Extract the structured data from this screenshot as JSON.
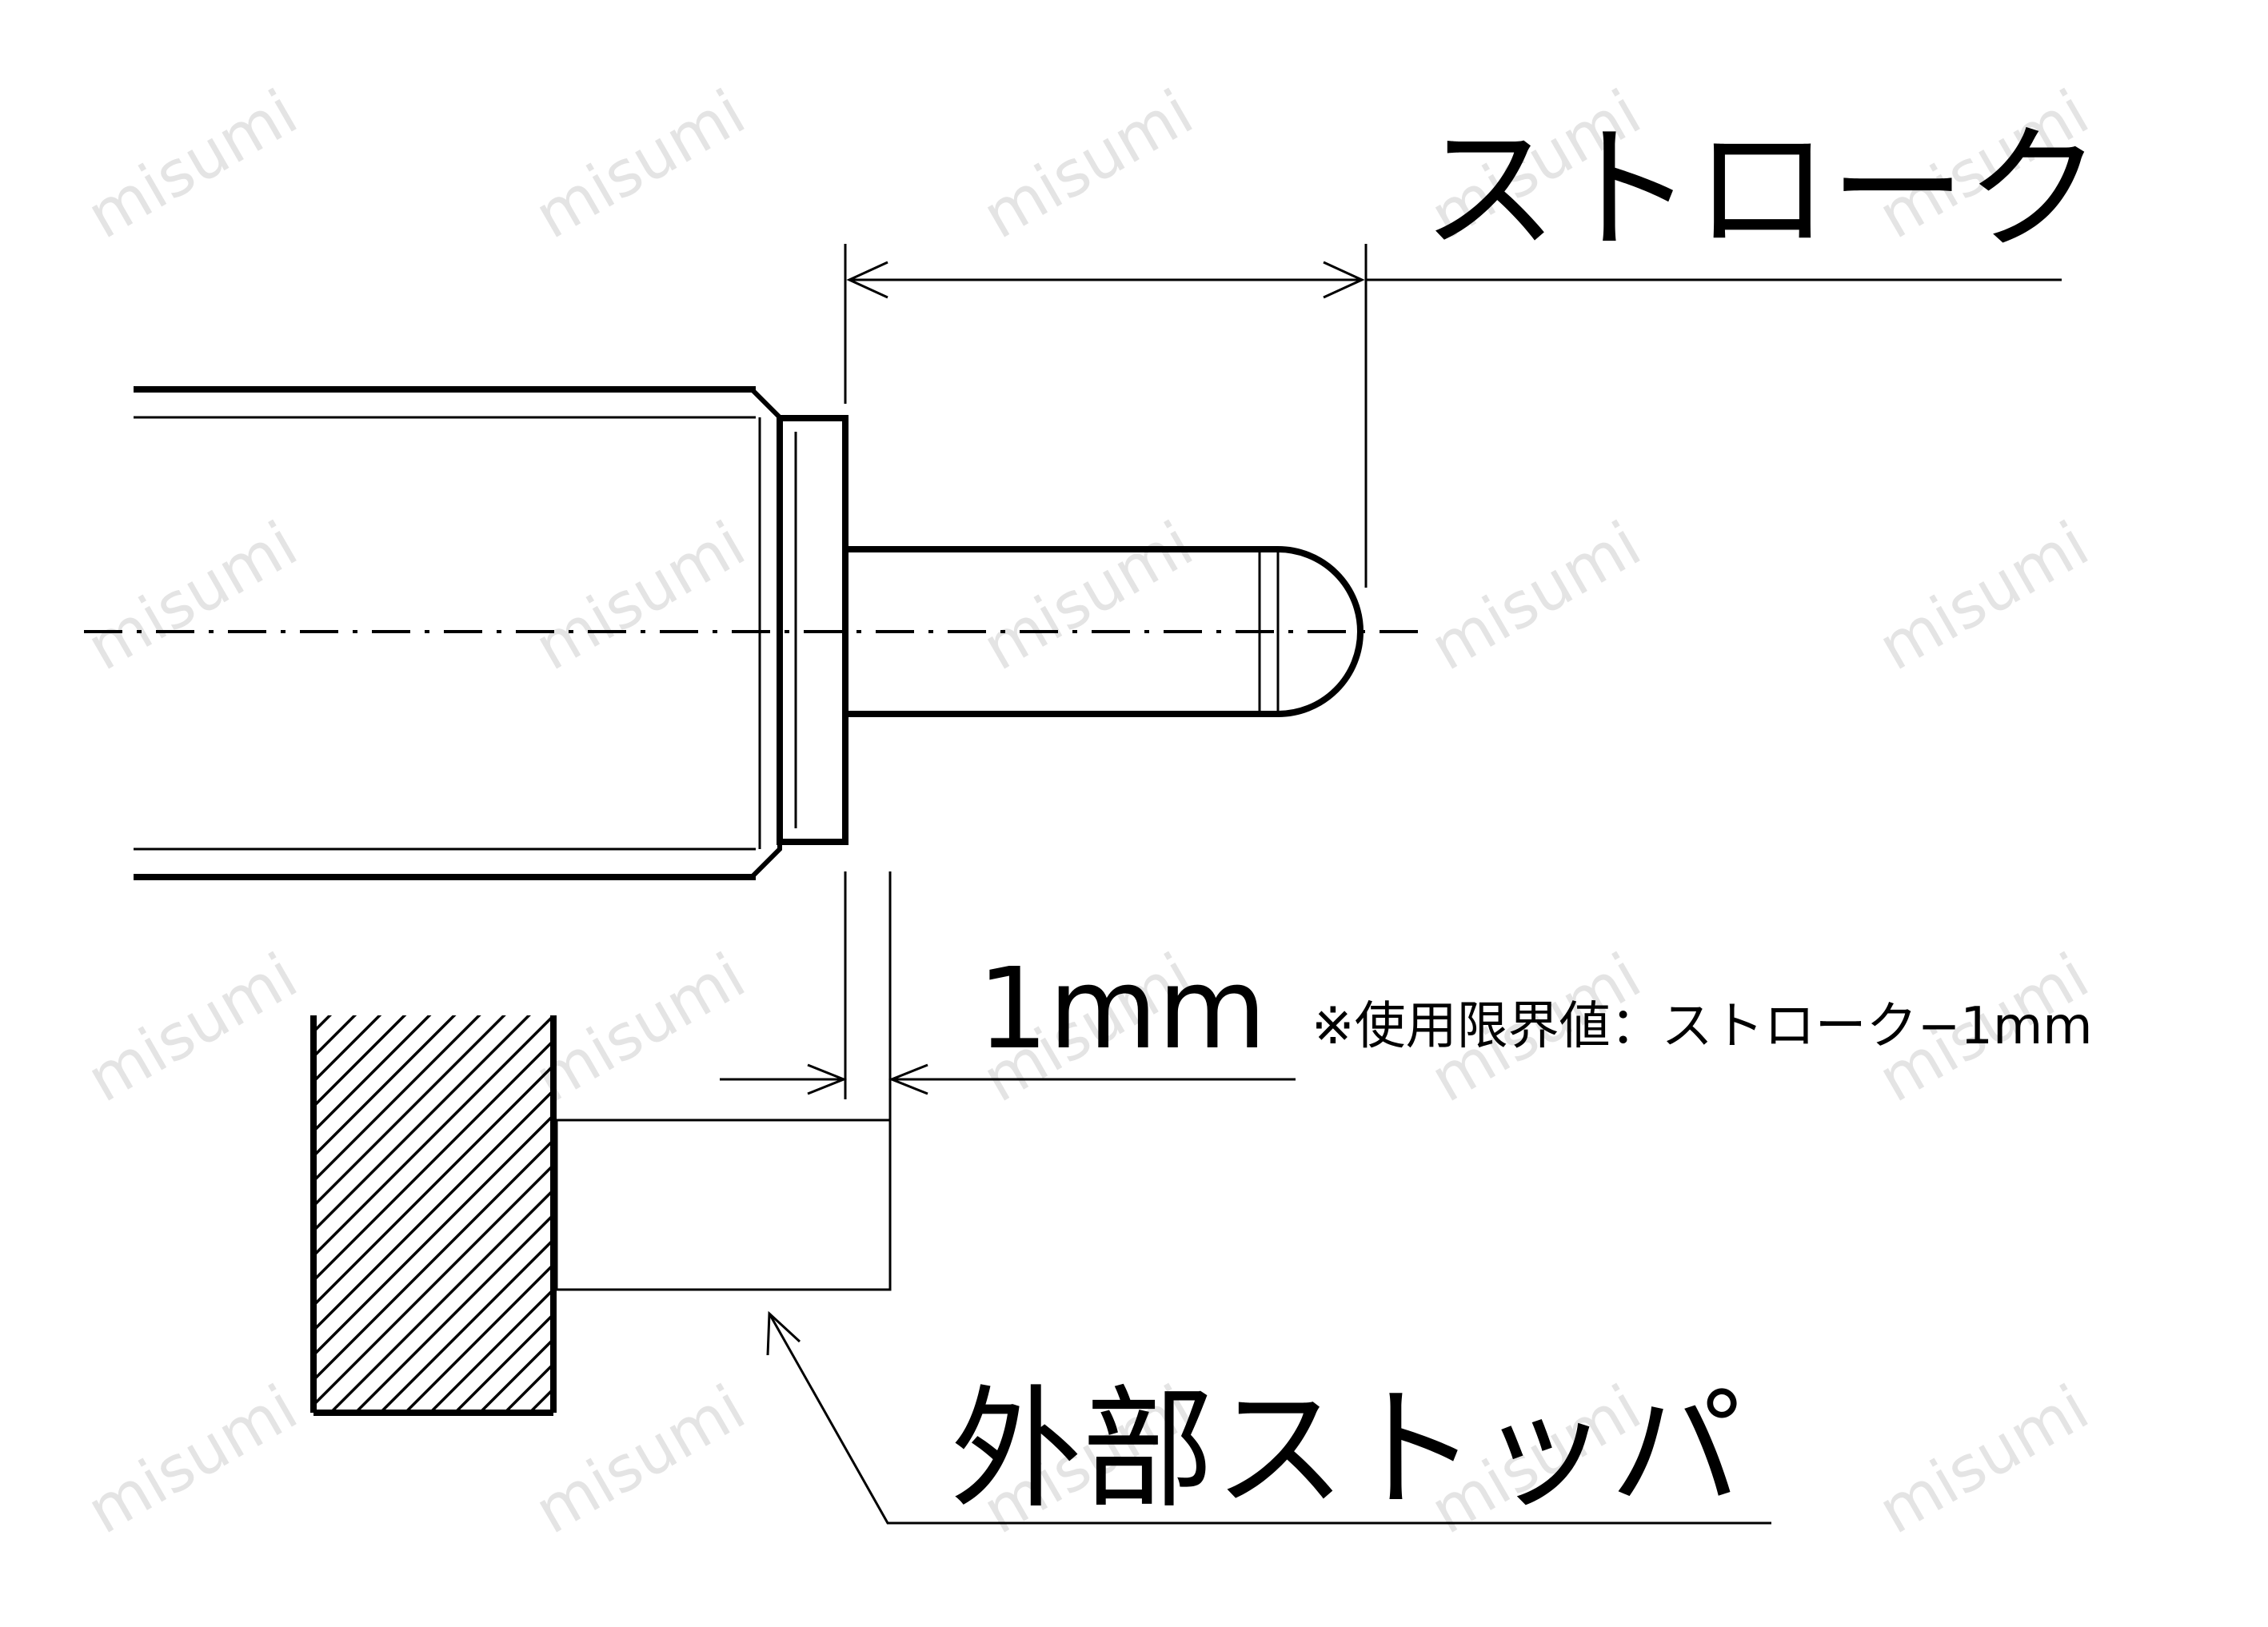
{
  "watermark": {
    "text": "misumi",
    "color": "#e4e4e4"
  },
  "labels": {
    "stroke": "ストローク",
    "gap": "1mm",
    "note": "※使用限界値：ストローク−1mm",
    "stopper": "外部ストッパ"
  },
  "colors": {
    "line": "#000000",
    "background": "#ffffff"
  }
}
